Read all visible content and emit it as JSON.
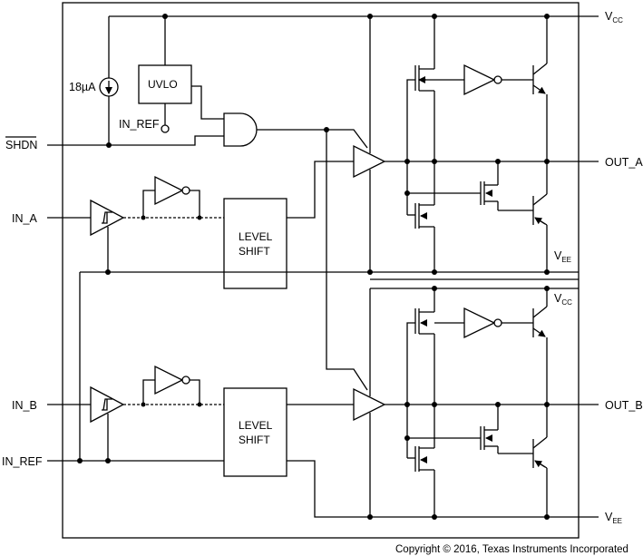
{
  "pins": {
    "vcc_top": "V",
    "vcc_top_sub": "CC",
    "shdn": "SHDN",
    "in_a": "IN_A",
    "out_a": "OUT_A",
    "vee_a": "V",
    "vee_a_sub": "EE",
    "vcc_b": "V",
    "vcc_b_sub": "CC",
    "in_b": "IN_B",
    "out_b": "OUT_B",
    "in_ref": "IN_REF",
    "vee_bottom": "V",
    "vee_bottom_sub": "EE"
  },
  "blocks": {
    "uvlo": "UVLO",
    "uvlo_ref": "IN_REF",
    "current_source": "18µA",
    "level_shift_a_1": "LEVEL",
    "level_shift_a_2": "SHIFT",
    "level_shift_b_1": "LEVEL",
    "level_shift_b_2": "SHIFT"
  },
  "copyright": "Copyright © 2016, Texas Instruments Incorporated"
}
